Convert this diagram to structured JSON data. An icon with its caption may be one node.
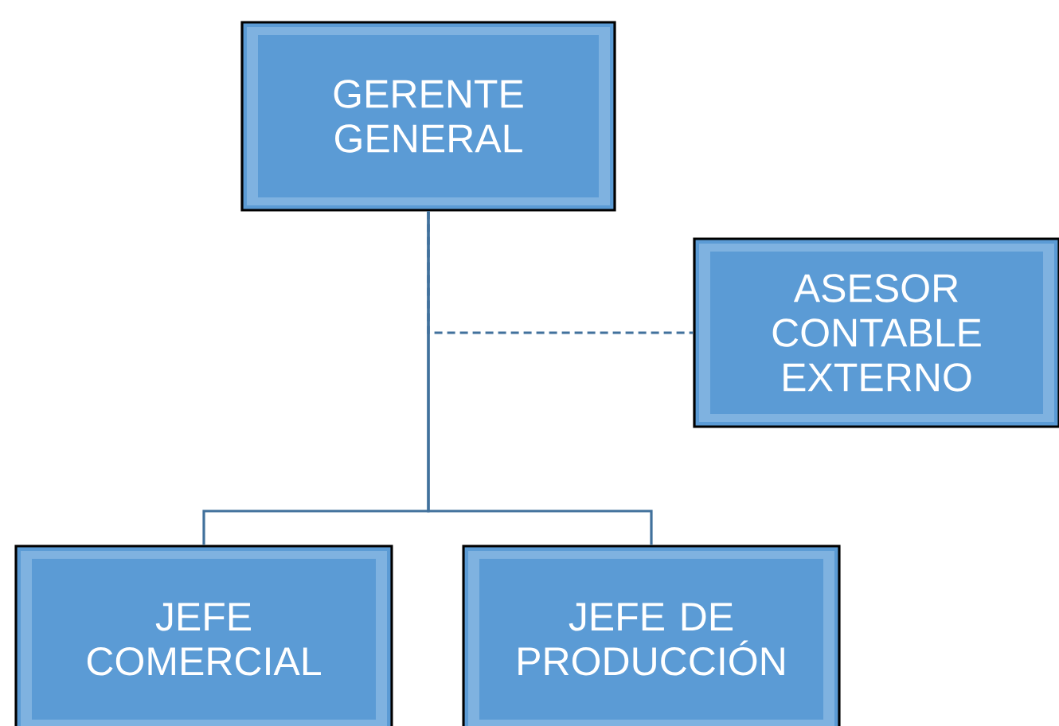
{
  "diagram": {
    "nodes": [
      {
        "text": [
          "GERENTE GENERAL"
        ]
      },
      {
        "text": [
          "ASESOR CONTABLE EXTERNO"
        ]
      },
      {
        "text": [
          "JEFE COMERCIAL"
        ]
      },
      {
        "text": [
          "JEFE DE PRODUCCIÓN"
        ]
      }
    ],
    "edges": [
      {
        "from": 0,
        "to": 1,
        "arrow": "none",
        "style": "dashed"
      },
      {
        "from": 0,
        "to": 2,
        "arrow": "none"
      },
      {
        "from": 0,
        "to": 3,
        "arrow": "none"
      }
    ]
  }
}
